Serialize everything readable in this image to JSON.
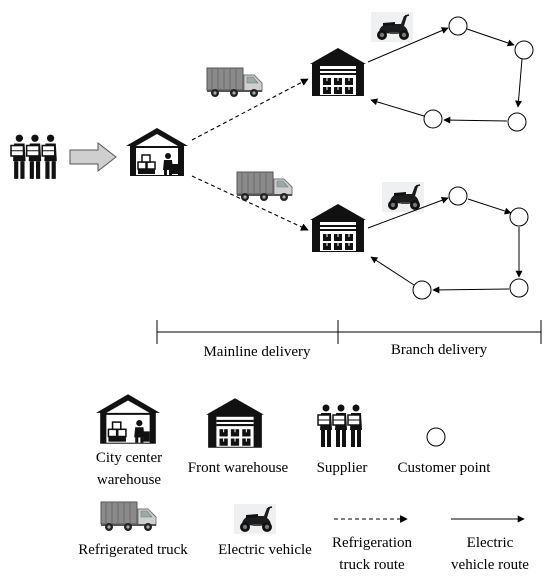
{
  "scale": {
    "mainline_label": "Mainline delivery",
    "branch_label": "Branch delivery"
  },
  "legend": {
    "city_center_warehouse": [
      "City center",
      "warehouse"
    ],
    "front_warehouse": "Front warehouse",
    "supplier": "Supplier",
    "customer_point": "Customer point",
    "refrigerated_truck": "Refrigerated truck",
    "electric_vehicle": "Electric vehicle",
    "refrigeration_truck_route": [
      "Refrigeration",
      "truck route"
    ],
    "electric_vehicle_route": [
      "Electric",
      "vehicle route"
    ]
  },
  "colors": {
    "ink": "#000000",
    "truck_body": "#8a8a8a",
    "arrow_fill": "#cfcfcf"
  },
  "icons": [
    "supplier-icon",
    "city-center-warehouse-icon",
    "front-warehouse-icon",
    "refrigerated-truck-icon",
    "electric-scooter-icon",
    "customer-point-icon"
  ]
}
